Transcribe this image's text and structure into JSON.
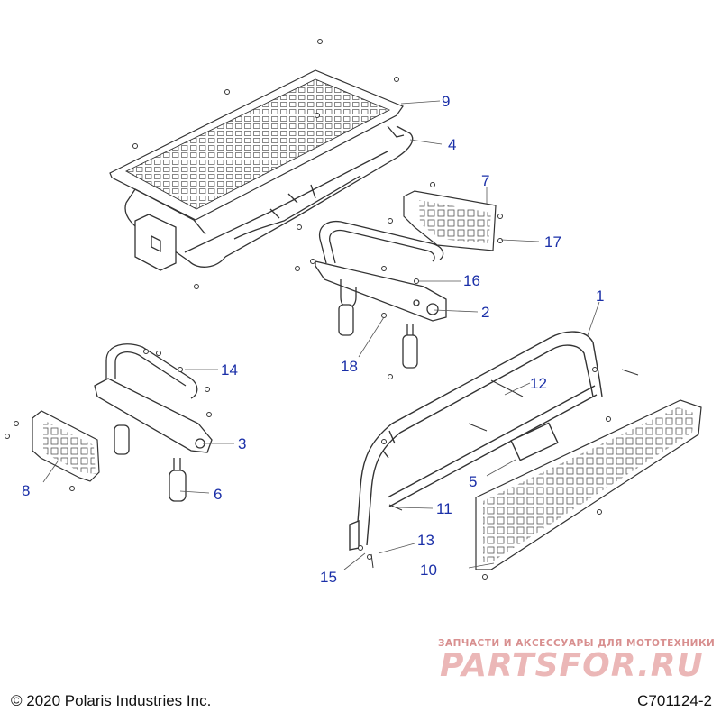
{
  "callouts": {
    "n1": "1",
    "n2": "2",
    "n3": "3",
    "n4": "4",
    "n5": "5",
    "n6": "6",
    "n7": "7",
    "n8": "8",
    "n9": "9",
    "n10": "10",
    "n11": "11",
    "n12": "12",
    "n13": "13",
    "n14": "14",
    "n15": "15",
    "n16": "16",
    "n17": "17",
    "n18": "18"
  },
  "footer": {
    "copyright": "© 2020 Polaris Industries Inc.",
    "figure_id": "C701124-2"
  },
  "watermark": {
    "tagline": "ЗАПЧАСТИ И АКСЕССУАРЫ ДЛЯ МОТОТЕХНИКИ",
    "logo": "PARTSFOR.RU"
  },
  "colors": {
    "callout_text": "#1a2fa8",
    "line_art": "#3a3a3a",
    "watermark": "#e39a9a"
  }
}
